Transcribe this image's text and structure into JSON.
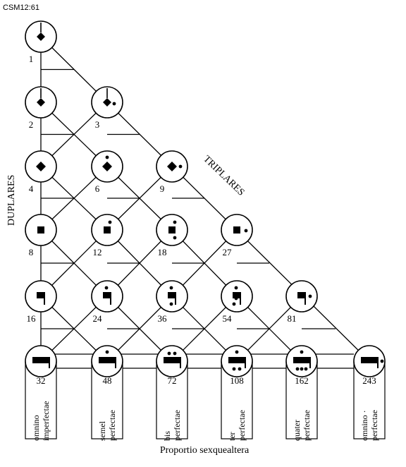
{
  "corner_label": "CSM12:61",
  "axis_left": "DUPLARES",
  "axis_diagonal": "TRIPLARES",
  "caption": "Proportio sexquealtera",
  "nodes": [
    {
      "id": "n1",
      "value": "1",
      "glyph": "minim-up"
    },
    {
      "id": "n2",
      "value": "2",
      "glyph": "minim-up"
    },
    {
      "id": "n3",
      "value": "3",
      "glyph": "minim-up-dot"
    },
    {
      "id": "n4",
      "value": "4",
      "glyph": "semibreve"
    },
    {
      "id": "n6",
      "value": "6",
      "glyph": "semibreve-dot"
    },
    {
      "id": "n9",
      "value": "9",
      "glyph": "semibreve-dot-right"
    },
    {
      "id": "n8",
      "value": "8",
      "glyph": "breve"
    },
    {
      "id": "n12",
      "value": "12",
      "glyph": "breve-dot"
    },
    {
      "id": "n18",
      "value": "18",
      "glyph": "breve-dots"
    },
    {
      "id": "n27",
      "value": "27",
      "glyph": "breve-dot-right"
    },
    {
      "id": "n16",
      "value": "16",
      "glyph": "long"
    },
    {
      "id": "n24",
      "value": "24",
      "glyph": "long-dot"
    },
    {
      "id": "n36",
      "value": "36",
      "glyph": "long-dots"
    },
    {
      "id": "n54",
      "value": "54",
      "glyph": "long-3dots"
    },
    {
      "id": "n81",
      "value": "81",
      "glyph": "long-dot-right"
    },
    {
      "id": "n32",
      "value": "32",
      "glyph": "maxima"
    },
    {
      "id": "n48",
      "value": "48",
      "glyph": "maxima-dot"
    },
    {
      "id": "n72",
      "value": "72",
      "glyph": "maxima-2dots"
    },
    {
      "id": "n108",
      "value": "108",
      "glyph": "maxima-3dots"
    },
    {
      "id": "n162",
      "value": "162",
      "glyph": "maxima-4dots"
    },
    {
      "id": "n243",
      "value": "243",
      "glyph": "maxima-dot-right"
    }
  ],
  "bottom_labels": [
    {
      "line1": "omnino",
      "line2": "imperfectae"
    },
    {
      "line1": "semel",
      "line2": "perfectae"
    },
    {
      "line1": "bis",
      "line2": "perfectae"
    },
    {
      "line1": "ter",
      "line2": "perfectae"
    },
    {
      "line1": "quater",
      "line2": "perfectae"
    },
    {
      "line1": "omnino ·",
      "line2": "perfectae"
    }
  ]
}
